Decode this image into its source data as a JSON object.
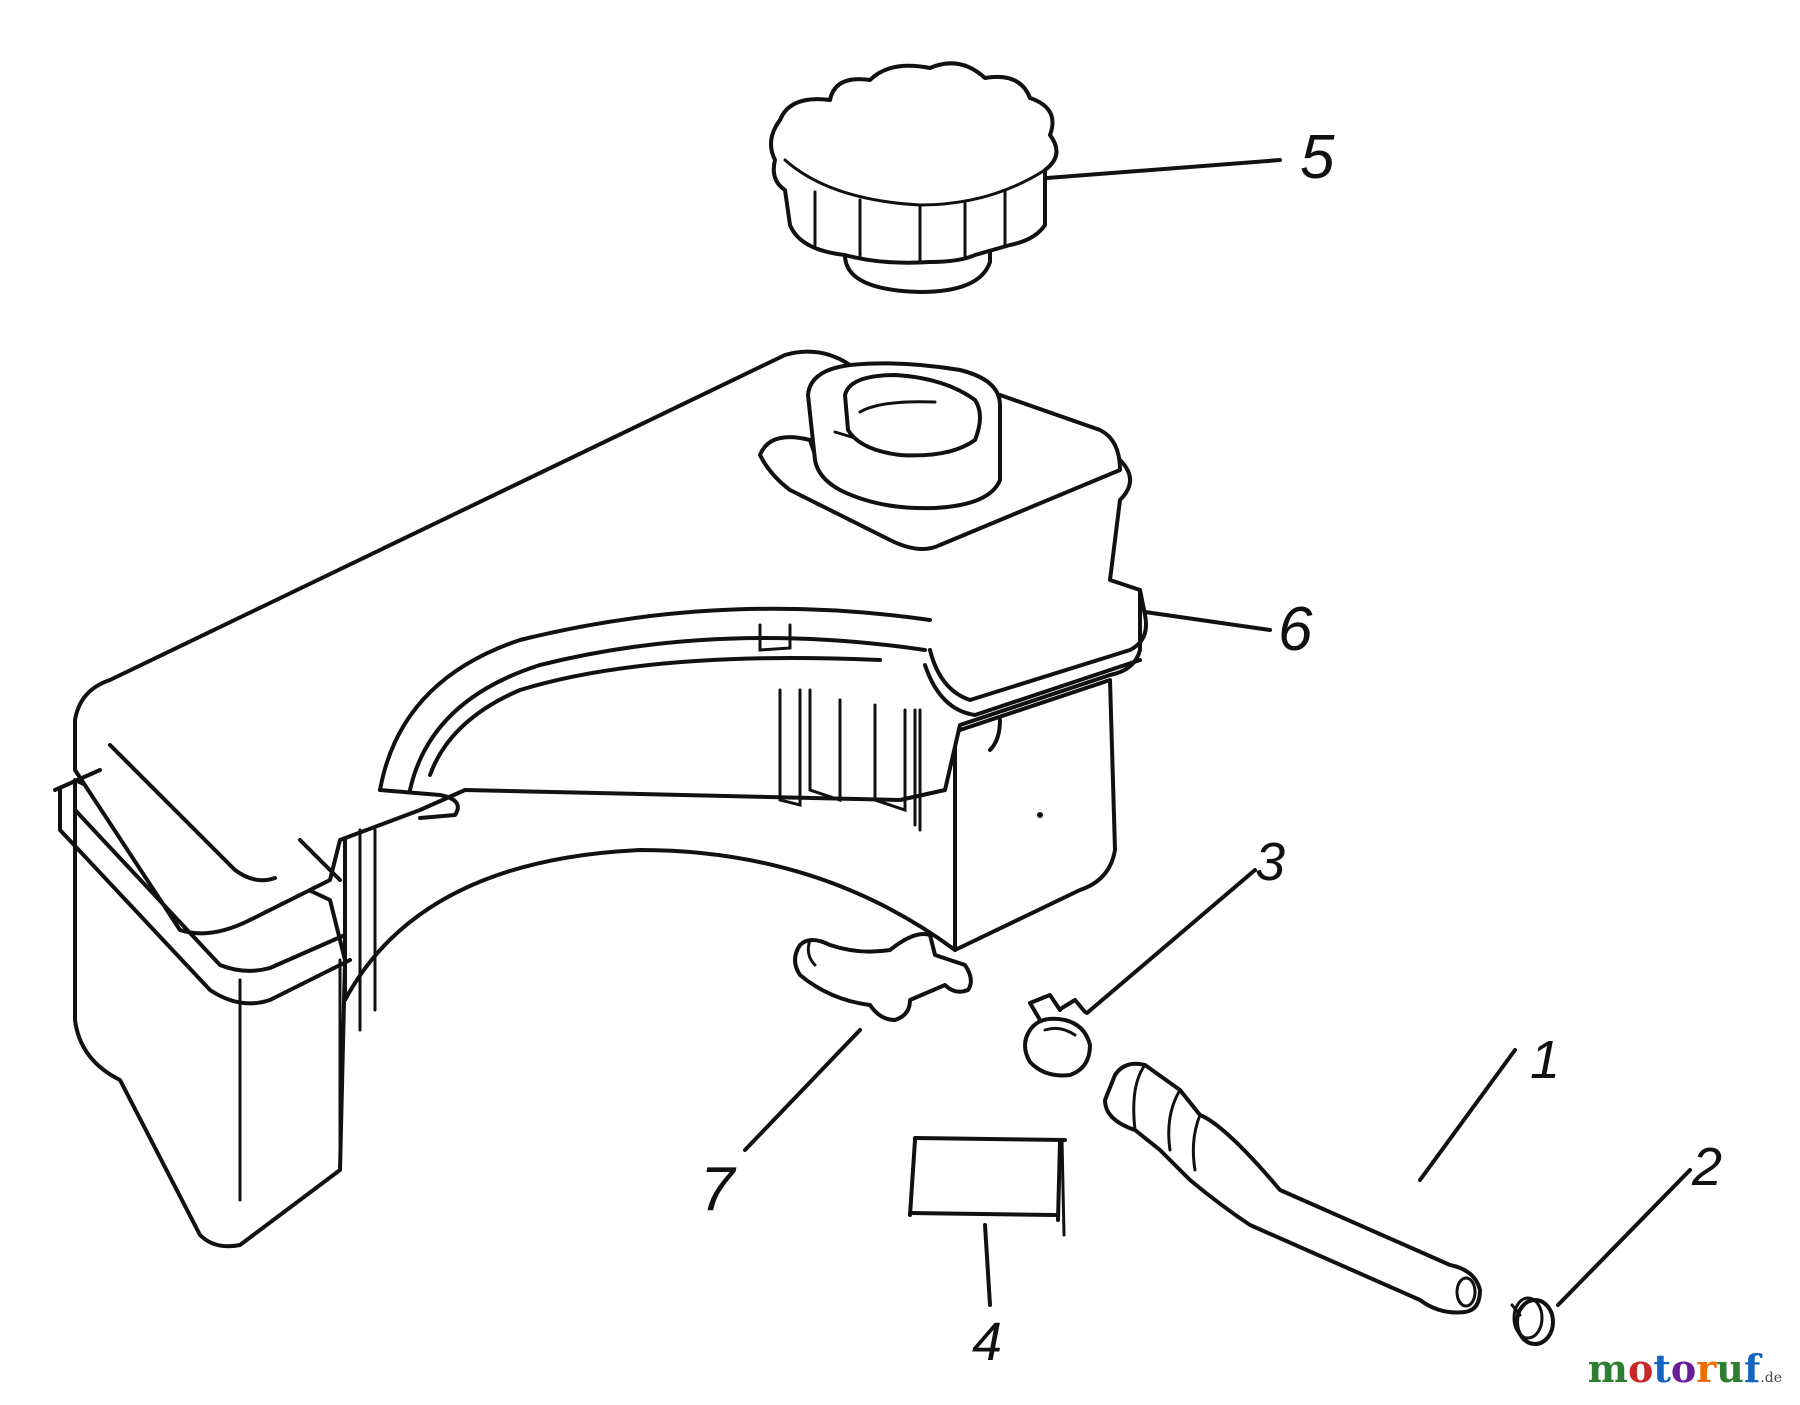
{
  "callouts": {
    "c1": "1",
    "c2": "2",
    "c3": "3",
    "c4": "4",
    "c5": "5",
    "c6": "6",
    "c7": "7"
  },
  "watermark": {
    "text_m": "m",
    "text_o1": "o",
    "text_t": "t",
    "text_o2": "o",
    "text_r": "r",
    "text_u": "u",
    "text_f": "f",
    "suffix": ".de",
    "colors": [
      "#2e7d32",
      "#c62828",
      "#1565c0",
      "#6a1b9a",
      "#ef6c00",
      "#2e7d32",
      "#1565c0"
    ]
  }
}
